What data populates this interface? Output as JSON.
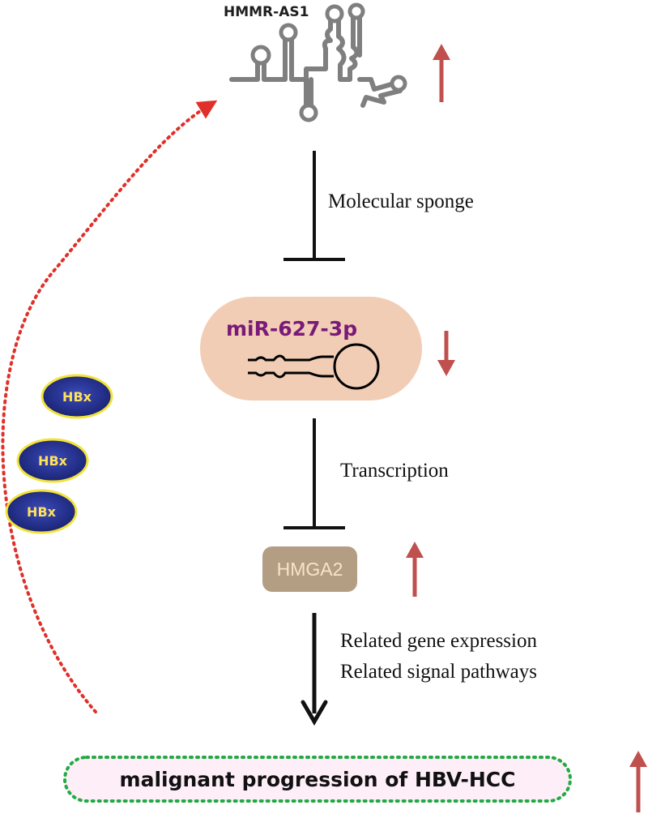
{
  "nodes": {
    "lncrna": {
      "label": "HMMR-AS1",
      "trend": "up"
    },
    "mirna": {
      "label": "miR-627-3p",
      "trend": "down"
    },
    "gene": {
      "label": "HMGA2",
      "trend": "up"
    },
    "outcome": {
      "label": "malignant progression of HBV-HCC",
      "trend": "up"
    }
  },
  "edges": [
    {
      "from": "lncrna",
      "to": "mirna",
      "type": "inhibition",
      "label": "Molecular sponge"
    },
    {
      "from": "mirna",
      "to": "gene",
      "type": "inhibition",
      "label": "Transcription"
    },
    {
      "from": "gene",
      "to": "outcome",
      "type": "activation",
      "labels": [
        "Related gene expression",
        "Related signal pathways"
      ]
    },
    {
      "from": "outcome",
      "to": "lncrna",
      "type": "feedback-dotted",
      "mediator": "HBx"
    }
  ],
  "hbx_markers": [
    "HBx",
    "HBx",
    "HBx"
  ],
  "colors": {
    "trend_arrow": "#c0504d",
    "mirna_fill": "#f1cdb5",
    "mirna_text": "#7a1a78",
    "gene_fill": "#b39e84",
    "gene_text": "#f6e3c8",
    "hbx_fill": "#1f2d8f",
    "hbx_border": "#f2e33a",
    "hbx_text": "#ffe15a",
    "outcome_fill": "#fdeef8",
    "outcome_border": "#22aa44",
    "feedback_dots": "#e0302a"
  }
}
